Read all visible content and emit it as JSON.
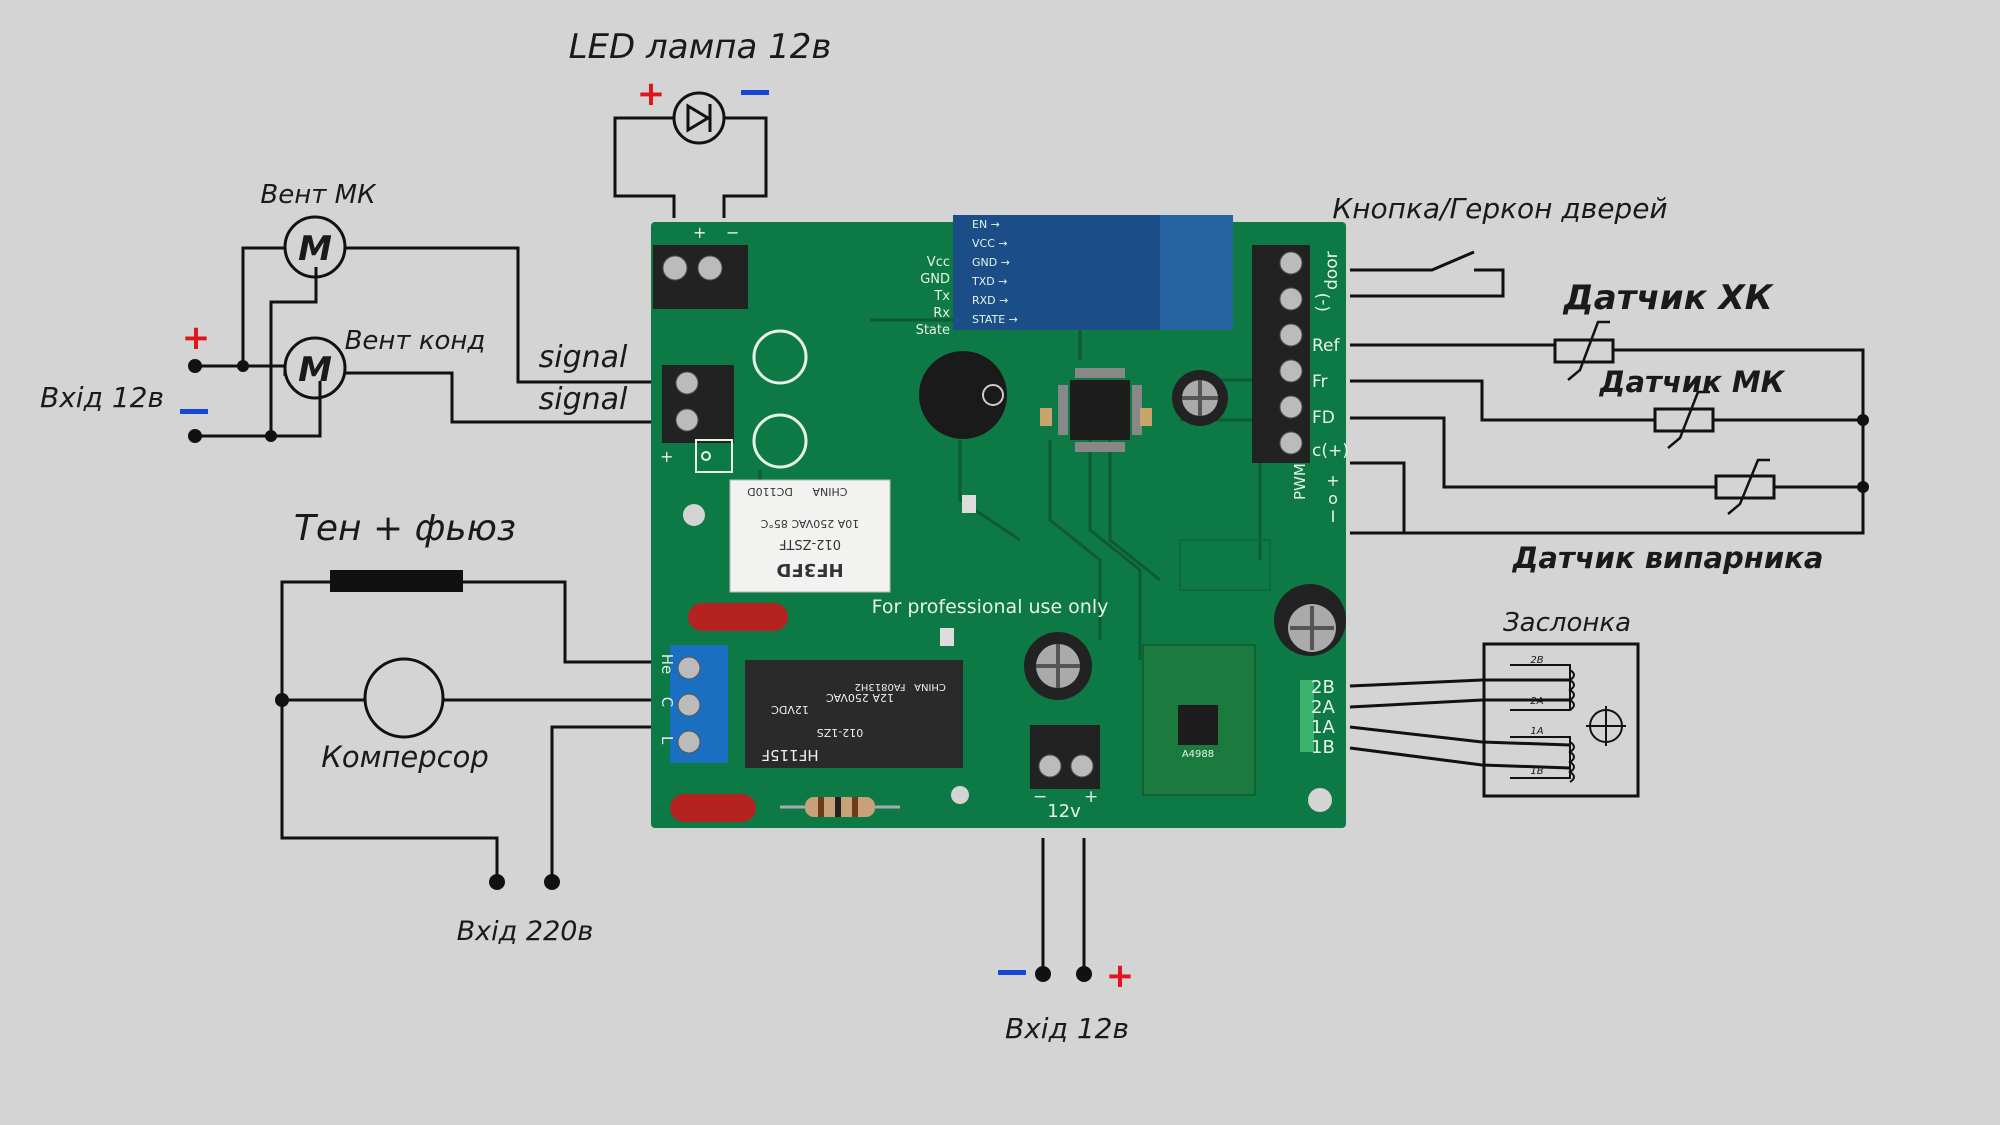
{
  "colors": {
    "background": "#d4d4d4",
    "pcb": "#0d7a45",
    "wire": "#111111",
    "plus": "#e0141c",
    "minus": "#1448d8"
  },
  "labels": {
    "led_lamp": "LED лампа 12в",
    "vent_mk": "Вент МК",
    "vent_kond": "Вент конд",
    "motor_symbol": "M",
    "input_12v_left": "Вхід 12в",
    "signal_1": "signal",
    "signal_2": "signal",
    "heater_fuse": "Тен + фьюз",
    "compressor": "Комперсор",
    "input_220v": "Вхід 220в",
    "input_12v_bottom": "Вхід 12в",
    "door_button": "Кнопка/Геркон дверей",
    "sensor_hk": "Датчик ХК",
    "sensor_mk": "Датчик МК",
    "sensor_evaporator": "Датчик випарника",
    "damper": "Заслонка",
    "plus_sign": "+",
    "minus_sign": "—"
  },
  "board": {
    "tagline": "For professional use only",
    "right_header_pins": [
      "door",
      "(-)",
      "Ref",
      "Fr",
      "FD",
      "c(+)"
    ],
    "pwm_label": "PWM",
    "pwm_pins": [
      "+",
      "o",
      "I"
    ],
    "stepper_pins": [
      "2B",
      "2A",
      "1A",
      "1B"
    ],
    "mains_pins": [
      "He",
      "C",
      "L"
    ],
    "power_label": "12v",
    "bt_pins": [
      "EN",
      "VCC",
      "GND",
      "TXD",
      "RXD",
      "STATE"
    ],
    "bt_left_labels": [
      "Vcc",
      "GND",
      "Tx",
      "Rx",
      "State"
    ],
    "relay_small": {
      "brand": "HF3FD",
      "model": "012-ZSTF",
      "rating": "10A 250VAC 85°C",
      "origin": "CHINA",
      "code": "DC110D"
    },
    "relay_big": {
      "brand": "HF115F",
      "model": "012-1ZS",
      "rating": "12A 250VAC",
      "voltage": "12VDC",
      "origin": "CHINA",
      "code": "FA0813H2"
    },
    "driver_chip": "A4988",
    "motor_coil_labels": [
      "2B",
      "2A",
      "1A",
      "1B"
    ]
  }
}
